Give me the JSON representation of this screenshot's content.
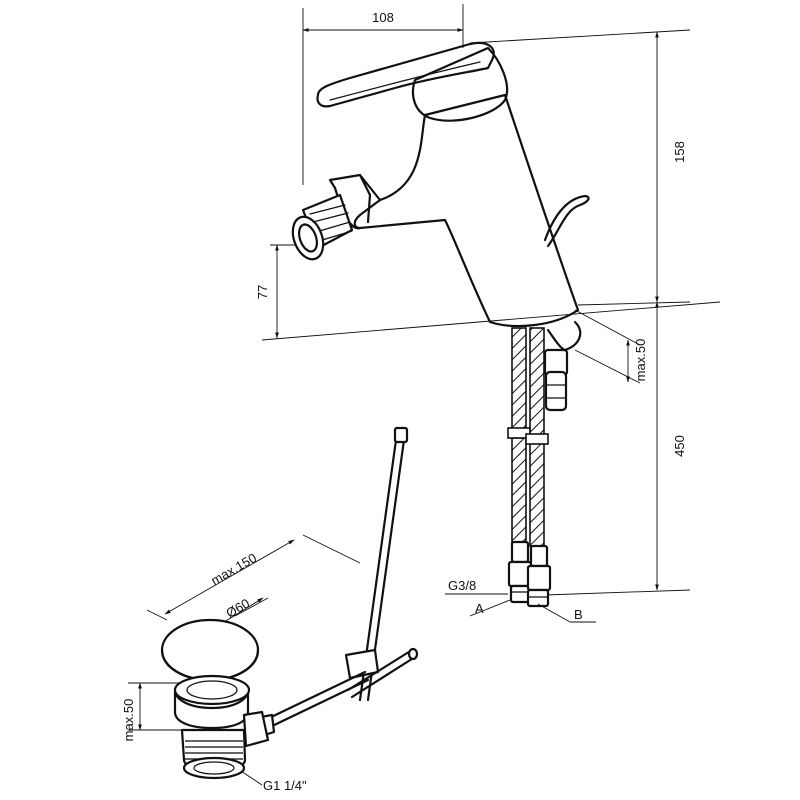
{
  "dimensions": {
    "tap_width": "108",
    "tap_height": "158",
    "spout_height": "77",
    "deck_thickness_tap": "max.50",
    "hose_length": "450",
    "waste_rod_reach": "max.150",
    "waste_plug_diameter": "Ø60",
    "deck_thickness_waste": "max.50"
  },
  "connections": {
    "hose_thread": "G3/8",
    "hose_a": "A",
    "hose_b": "B",
    "waste_thread": "G1 1/4\""
  }
}
